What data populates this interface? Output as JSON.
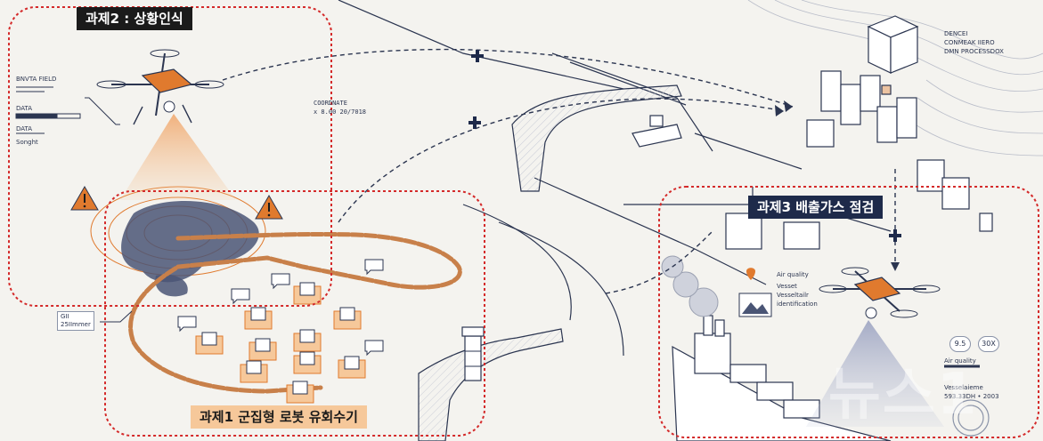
{
  "labels": {
    "task2": "과제2 : 상황인식",
    "task1": "과제1 군집형 로봇 유회수기",
    "task3": "과제3 배출가스 점검"
  },
  "drone_panel": {
    "line1": "BNVTA FIELD",
    "line2": "DATA",
    "line3": "DATA",
    "line4": "Songht"
  },
  "coordinate": {
    "line1": "COORDNATE",
    "line2": "x 8.00 20/7018"
  },
  "processing": {
    "line1": "DENCEI",
    "line2": "CONMEAK IIERO",
    "line3": "DMN PROCESSDOX"
  },
  "boom_tag": {
    "line1": "GII",
    "line2": "25IImmer"
  },
  "vessel_panel": {
    "line1": "Air quality",
    "line2": "Vesset",
    "line3": "Vesseltailr",
    "line4": "identification"
  },
  "gauges": {
    "value_a": "9.5",
    "value_b": "30X",
    "air_label": "Air quality",
    "vessel_label": "Vesselaieme",
    "vessel_value": "593.33DH • 2003"
  },
  "watermark": "뉴스1",
  "colors": {
    "orange": "#e07a2e",
    "navy": "#1e2a4a",
    "red_dotted": "#d42a2a",
    "oil": "#4a5575",
    "line": "#2b3550"
  }
}
